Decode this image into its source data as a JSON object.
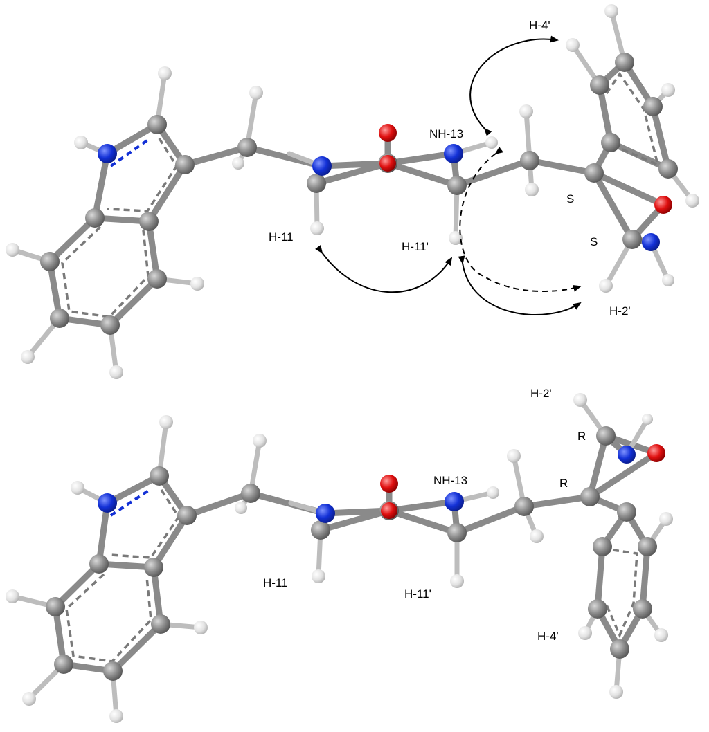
{
  "top_panel": {
    "labels": {
      "h4prime": "H-4'",
      "nh13": "NH-13",
      "h11": "H-11",
      "h11prime": "H-11'",
      "h2prime": "H-2'",
      "config_c3": "S",
      "config_c2": "S"
    }
  },
  "bottom_panel": {
    "labels": {
      "h2prime": "H-2'",
      "nh13": "NH-13",
      "h11": "H-11",
      "h11prime": "H-11'",
      "h4prime": "H-4'",
      "config_c2": "R",
      "config_c3": "R"
    }
  },
  "colors": {
    "carbon": "#8a8a8a",
    "hydrogen": "#e6e6e6",
    "nitrogen": "#1230d6",
    "oxygen": "#e01010",
    "arrow": "#000000",
    "background": "#ffffff"
  }
}
